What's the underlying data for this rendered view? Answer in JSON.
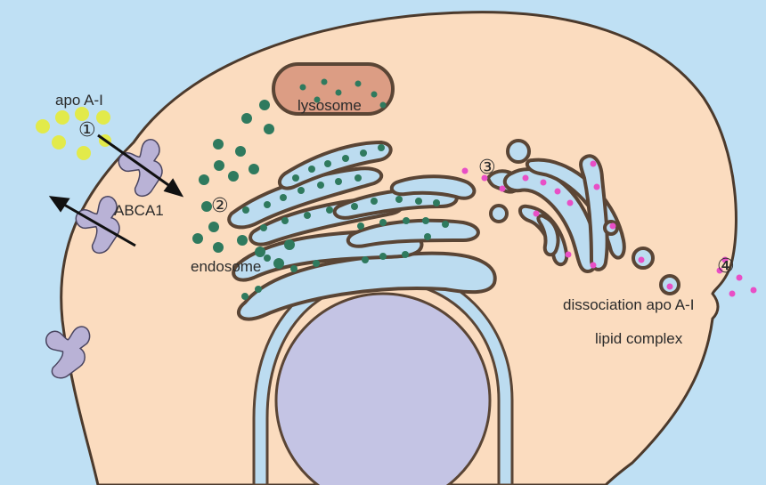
{
  "labels": {
    "apo_a1": "apo A-I",
    "step1": "①",
    "step2": "②",
    "step3": "③",
    "step4": "④",
    "abca1": "ABCA1",
    "lysosome": "lysosome",
    "endosome": "endosome",
    "dissociation": "dissociation apo A-I",
    "lipid_complex": "lipid complex"
  },
  "colors": {
    "background": "#bfe0f4",
    "cytoplasm": "#fbdcbf",
    "membrane": "#5a4535",
    "organelle": "#bcdcf0",
    "nucleus": "#c4c4e4",
    "lysosome": "#dc9d84",
    "green_dot": "#2f7a5e",
    "yellow_dot": "#e2ea4a",
    "pink_dot": "#e84fc6",
    "transporter": "#b9b2d6"
  }
}
